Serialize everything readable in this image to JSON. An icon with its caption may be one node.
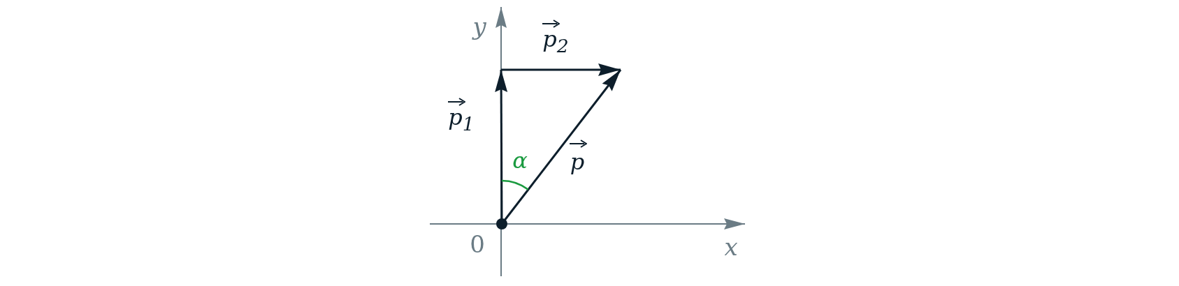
{
  "diagram": {
    "labels": [
      "y",
      "p$_{2}$",
      "p$_{1}$",
      "α",
      "p",
      "0",
      "x"
    ]
  }
}
